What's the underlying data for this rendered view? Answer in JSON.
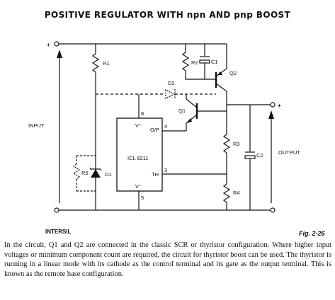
{
  "title": "POSITIVE REGULATOR WITH npn AND pnp BOOST",
  "labels": {
    "plus_in": "+",
    "plus_out": "+",
    "input": "INPUT",
    "output": "OUTPUT",
    "r1": "R1",
    "r2": "R2",
    "c1": "C1",
    "q2": "Q2",
    "d2": "D2",
    "q1": "Q1",
    "r3": "R3",
    "c2": "C2",
    "r4": "R4",
    "r5": "R5",
    "d1": "D1",
    "ic_name": "ICL 8211",
    "pin_vplus": "V⁺",
    "pin_op": "O/P",
    "pin_th": "TH",
    "pin_vminus": "V⁻",
    "pin8": "8",
    "pin4": "4",
    "pin3": "3",
    "pin5": "5",
    "brand": "INTERSIL",
    "fig": "Fig. 2-26"
  },
  "caption": "In the circuit, Q1 and Q2 are connected in the classic SCR or thyristor configuration. Where higher input voltages or minimum component count are required, the circuit for thyristor boost can be used. The thyristor is running in a linear mode with its cathode as the control terminal and its gate as the output terminal. This is known as the remote base configuration."
}
